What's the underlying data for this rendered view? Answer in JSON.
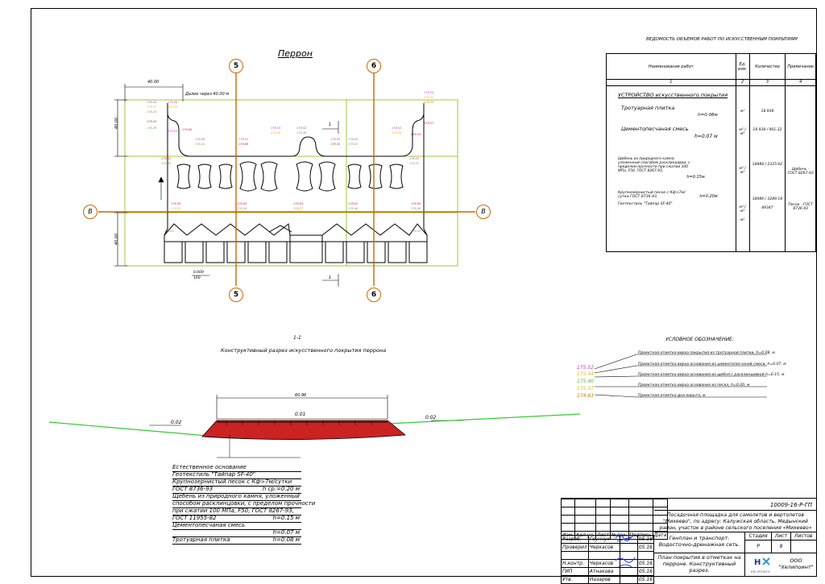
{
  "plan": {
    "title": "Перрон",
    "axis5": "5",
    "axis6": "6",
    "axisB": "В",
    "dim_top": "40.00",
    "dim_left_top": "40.00",
    "dim_left_bottom": "40.00",
    "note_step": "Далее через 40.00 м",
    "slope_label": "0.009",
    "slope_len": "160",
    "cut_mark": "1",
    "elev_magenta": [
      "178.54",
      "178.56",
      "178.54",
      "178.56",
      "178.51",
      "178.53",
      "178.52",
      "178.50",
      "178.52",
      "178.52",
      "178.54",
      "178.53"
    ],
    "elev_red": [
      "178.54",
      "178.60",
      "178.88",
      "178.55",
      "178.53",
      "178.57",
      "178.61",
      "178.58",
      "178.60",
      "178.63",
      "178.61",
      "178.65"
    ],
    "elev_green": [
      "178.49",
      "178.44",
      "178.46",
      "178.45",
      "178.47",
      "178.43",
      "178.46",
      "178.48"
    ],
    "elev_yellow": [
      "178.37",
      "178.39",
      "178.40",
      "178.38",
      "178.41",
      "178.35"
    ],
    "elev_orange": [
      "178.18",
      "178.24",
      "178.20",
      "178.27",
      "178.22",
      "178.25"
    ]
  },
  "volumes": {
    "title": "ВЕДОМОСТЬ ОБЪЕМОВ РАБОТ ПО ИСКУССТВЕННЫМ ПОКРЫТИЯМ",
    "head": [
      "Наименование работ",
      "Ед. изм.",
      "Количество",
      "Примечание"
    ],
    "nums": [
      "1",
      "2",
      "3",
      "4"
    ],
    "section": "УСТРОЙСТВО искусственного покрытия",
    "rows": [
      {
        "name": "Тротуарная плитка",
        "thk": "h=0.08м",
        "unit": "м²",
        "qty": "18 938",
        "note": ""
      },
      {
        "name": "Цементопесчаная смесь",
        "thk": "h=0.07 м",
        "unit": "м² / м³",
        "qty": "18 938 / 901.32",
        "note": ""
      },
      {
        "name": "Щебень из природного камня, уложенный способом расклинцовки, с пределом прочности при сжатии 100 МПа, F50, ГОСТ 8267-93,",
        "thk": "h=0.15м",
        "unit": "м² / м³",
        "qty": "18986 / 2335.62",
        "note": "Щебень - ГОСТ 8267-93"
      },
      {
        "name": "Крупнозернистый песок с Кф>7м/сутки ГОСТ 8736-93,",
        "thk": "h=0.20м",
        "unit": "м² / м³",
        "qty": "18986 / 3289.18",
        "note": "Песок - ГОСТ 8736-93"
      },
      {
        "name": "Геотекстиль \"Тайпар SF-40\"",
        "thk": "",
        "unit": "м²",
        "qty": "49347",
        "note": ""
      }
    ]
  },
  "section": {
    "mark": "1-1",
    "title": "Конструктивный разрез искусственного покрытия перрона",
    "width": "60.96",
    "slope_left": "0.02",
    "slope_top": "0.01",
    "slope_right": "0.02",
    "layers": [
      {
        "name": "Естественное основание",
        "thk": ""
      },
      {
        "name": "Геотекстиль \"Тайпар SF-40\"",
        "thk": ""
      },
      {
        "name": "Крупнозернистый песок с Кф>7м/сутки",
        "thk": ""
      },
      {
        "name": "ГОСТ 8736-93",
        "thk": "h ср.=0.20 м"
      },
      {
        "name": "Щебень из природного камня, уложенный",
        "thk": ""
      },
      {
        "name": "способом расклинцовки, с пределом прочности",
        "thk": ""
      },
      {
        "name": "при сжатии 100 МПа, F50, ГОСТ 8267-93,",
        "thk": ""
      },
      {
        "name": "ГОСТ 11955-82",
        "thk": "h=0.15 м"
      },
      {
        "name": "Цементопесчаная смесь",
        "thk": ""
      },
      {
        "name": "",
        "thk": "h=0.07 м"
      },
      {
        "name": "Тротуарная плитка",
        "thk": "h=0.08 м"
      }
    ]
  },
  "legend": {
    "title": "УСЛОВНОЕ ОБОЗНАЧЕНИЕ:",
    "items": [
      {
        "value": "175.52",
        "color": "#cc33cc",
        "text": "Проектная отметка верха покрытия из тротуарной плитки, h=0.08, м"
      },
      {
        "value": "175.44",
        "color": "#d4c400",
        "text": "Проектная отметка верха основания из цементопесчаной смеси, h=0.07, м"
      },
      {
        "value": "175.40",
        "color": "#66aa33",
        "text": "Проектная отметка верха основания из щебня с расклинцовкой h=0.15, м"
      },
      {
        "value": "175.37",
        "color": "#d4c400",
        "text": "Проектная отметка верха основания из песка, h=0.20, м"
      },
      {
        "value": "174.83",
        "color": "#cc7a00",
        "text": "Проектная отметка дна корыта, м"
      }
    ]
  },
  "titleblock": {
    "code": "10009-16-Р-ГП",
    "project": "Посадочная площадка для самолетов и вертолетов \"Михеево\", по адресу: Калужская область, Медынский район, участок в районе сельского поселения «Михеево»",
    "sheet_title": "Генплан и транспорт. Водосточно-дренажная сеть.",
    "drawing": "План покрытия в отметках на перроне. Конструктивный разрез.",
    "cols": [
      "Изм.",
      "Кол.уч.",
      "Лист",
      "№док.",
      "Подпись",
      "Дата"
    ],
    "people": [
      {
        "role": "Разраб.",
        "name": "Гоунчук",
        "date": "05.16"
      },
      {
        "role": "Проверил",
        "name": "Черкасов",
        "date": "05.16"
      },
      {
        "role": "Н.контр.",
        "name": "Черкасов",
        "date": "05.16"
      },
      {
        "role": "ГИП",
        "name": "Атнакова",
        "date": "05.16"
      },
      {
        "role": "Утв.",
        "name": "Назаров",
        "date": "05.16"
      }
    ],
    "stage_head": [
      "Стадия",
      "Лист",
      "Листов"
    ],
    "stage": [
      "Р",
      "9",
      ""
    ],
    "company": "ООО \"Хелипоинт\"",
    "logo_text": "HELIPOINTS"
  },
  "colors": {
    "grid": "#99cc33",
    "axis": "#cc6600",
    "axis_fill": "#ffffff",
    "ground": "#33cc33",
    "section_fill": "#cc2222"
  }
}
